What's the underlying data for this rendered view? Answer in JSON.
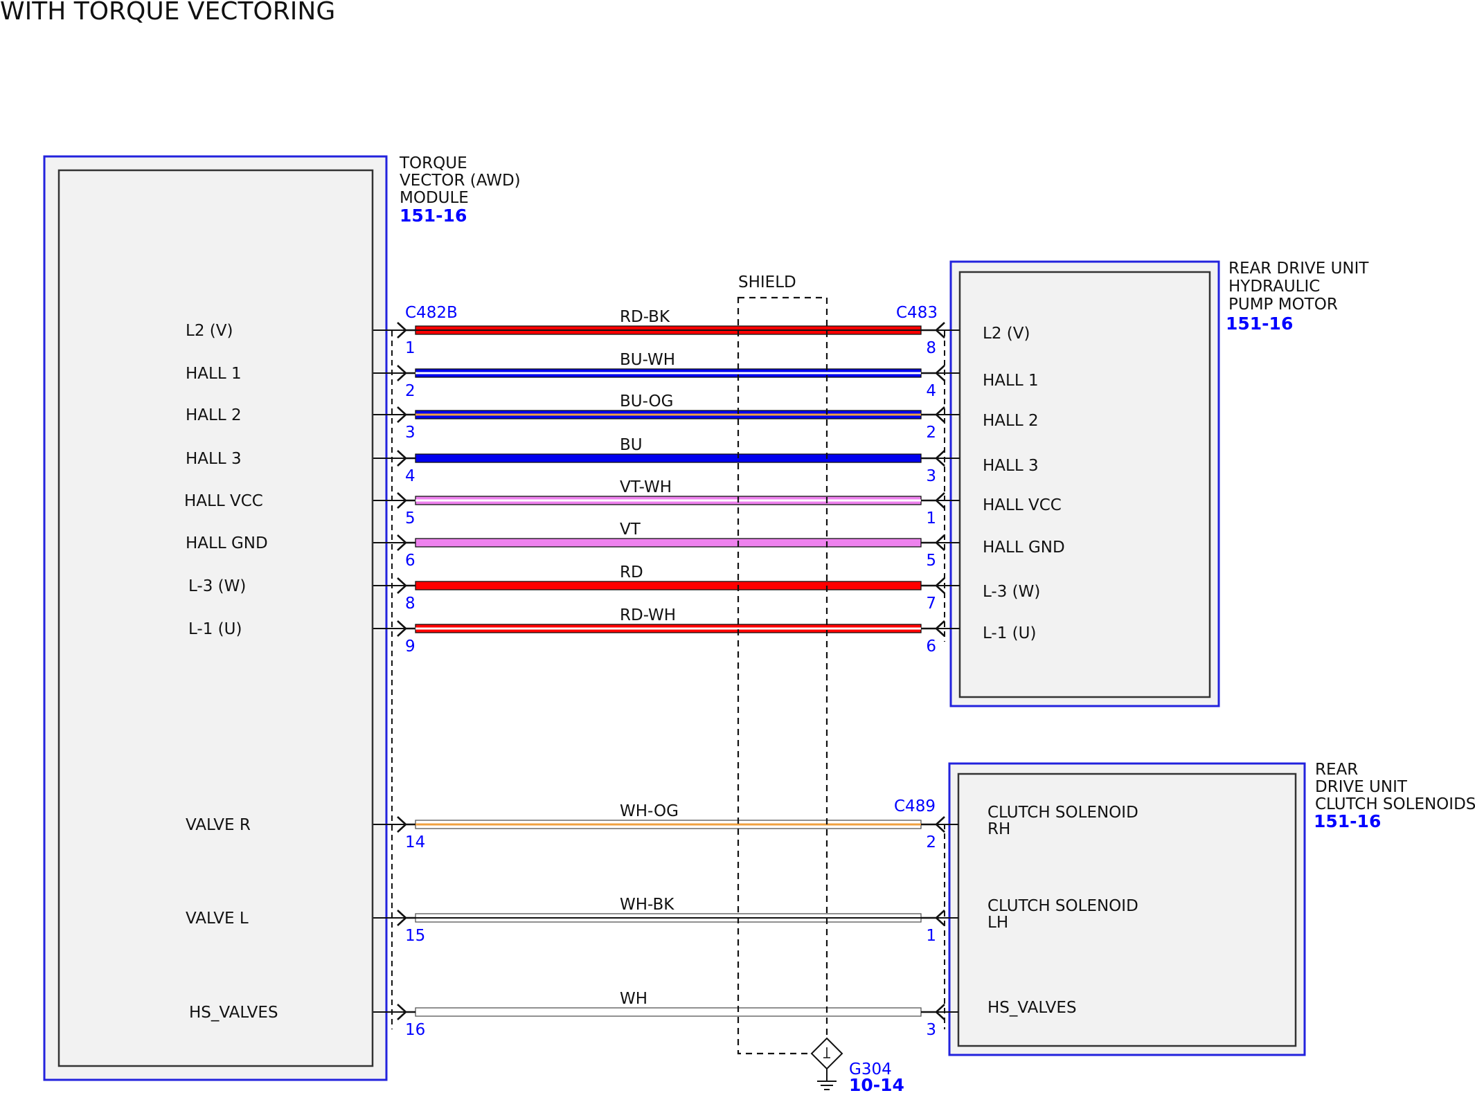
{
  "title": "WITH TORQUE VECTORING",
  "colors": {
    "module_border": "#2222dd",
    "box_fill": "#f2f2f2",
    "blue_text": "#0000ff",
    "RD": "#ff0000",
    "BK": "#111111",
    "BU": "#0000ee",
    "WH": "#ffffff",
    "OG": "#f0a040",
    "VT": "#ee82ee"
  },
  "left_module": {
    "name_lines": [
      "TORQUE",
      "VECTOR (AWD)",
      "MODULE"
    ],
    "ref": "151-16",
    "connector": "C482B"
  },
  "pump_motor": {
    "name_lines": [
      "REAR DRIVE UNIT",
      "HYDRAULIC",
      "PUMP MOTOR"
    ],
    "ref": "151-16",
    "connector": "C483"
  },
  "solenoids": {
    "name_lines": [
      "REAR",
      "DRIVE UNIT",
      "CLUTCH SOLENOIDS"
    ],
    "ref": "151-16",
    "connector": "C489"
  },
  "shield": {
    "label": "SHIELD",
    "ground_id": "G304",
    "ground_ref": "10-14"
  },
  "wires": [
    {
      "color_code": "RD-BK",
      "base": "RD",
      "stripe": "BK",
      "left_label": "L2 (V)",
      "left_pin": "1",
      "right_pin": "8",
      "right_label": "L2 (V)",
      "target": "pump"
    },
    {
      "color_code": "BU-WH",
      "base": "BU",
      "stripe": "WH",
      "left_label": "HALL 1",
      "left_pin": "2",
      "right_pin": "4",
      "right_label": "HALL 1",
      "target": "pump"
    },
    {
      "color_code": "BU-OG",
      "base": "BU",
      "stripe": "OG",
      "left_label": "HALL 2",
      "left_pin": "3",
      "right_pin": "2",
      "right_label": "HALL 2",
      "target": "pump"
    },
    {
      "color_code": "BU",
      "base": "BU",
      "stripe": "",
      "left_label": "HALL 3",
      "left_pin": "4",
      "right_pin": "3",
      "right_label": "HALL 3",
      "target": "pump"
    },
    {
      "color_code": "VT-WH",
      "base": "VT",
      "stripe": "WH",
      "left_label": "HALL VCC",
      "left_pin": "5",
      "right_pin": "1",
      "right_label": "HALL VCC",
      "target": "pump"
    },
    {
      "color_code": "VT",
      "base": "VT",
      "stripe": "",
      "left_label": "HALL GND",
      "left_pin": "6",
      "right_pin": "5",
      "right_label": "HALL GND",
      "target": "pump"
    },
    {
      "color_code": "RD",
      "base": "RD",
      "stripe": "",
      "left_label": "L-3 (W)",
      "left_pin": "8",
      "right_pin": "7",
      "right_label": "L-3 (W)",
      "target": "pump"
    },
    {
      "color_code": "RD-WH",
      "base": "RD",
      "stripe": "WH",
      "left_label": "L-1 (U)",
      "left_pin": "9",
      "right_pin": "6",
      "right_label": "L-1 (U)",
      "target": "pump"
    },
    {
      "color_code": "WH-OG",
      "base": "WH",
      "stripe": "OG",
      "left_label": "VALVE R",
      "left_pin": "14",
      "right_pin": "2",
      "right_label_lines": [
        "CLUTCH SOLENOID",
        "RH"
      ],
      "target": "solenoid"
    },
    {
      "color_code": "WH-BK",
      "base": "WH",
      "stripe": "BK",
      "left_label": "VALVE L",
      "left_pin": "15",
      "right_pin": "1",
      "right_label_lines": [
        "CLUTCH SOLENOID",
        "LH"
      ],
      "target": "solenoid"
    },
    {
      "color_code": "WH",
      "base": "WH",
      "stripe": "",
      "left_label": "HS_VALVES",
      "left_pin": "16",
      "right_pin": "3",
      "right_label_lines": [
        "HS_VALVES"
      ],
      "target": "solenoid"
    }
  ]
}
